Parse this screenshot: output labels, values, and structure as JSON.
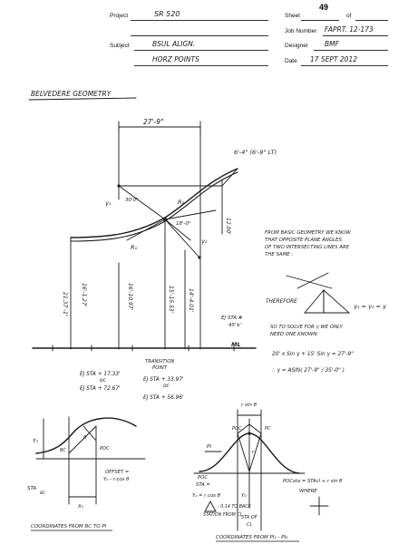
{
  "header": {
    "sheet_number": "49",
    "project_label": "Project",
    "project_value": "SR 520",
    "sheet_label": "Sheet",
    "of_label": "of",
    "job_number_label": "Job Number",
    "job_number_value": "FAPRT. 12-173",
    "subject_label": "Subject",
    "subject_value_line1": "BSUL ALIGN.",
    "subject_value_line2": "HORZ POINTS",
    "designer_label": "Designer",
    "designer_value": "BMF",
    "date_label": "Date",
    "date_value": "17 SEPT 2012"
  },
  "notes": {
    "section_title": "BELVEDERE GEOMETRY",
    "dim_top": "27'-9\"",
    "offset_label": "6'-4\" (6'-9\" LT)",
    "ang_30": "30'0\"",
    "ang_a": "γ₁",
    "ang_b": "γ₂",
    "r1": "R₁",
    "r2": "R₂",
    "r_text": "18'-0\"",
    "vert_dim": "12.00'",
    "left_dim": "21.37'-1\"",
    "dim_a": "16'-1.27'",
    "dim_b": "16'-10.97'",
    "dim_c": "15'-15.53'",
    "dim_d": "14'-4.01'",
    "stall_label_1": "EJ STA #",
    "stall_label_2": "45'±'",
    "ml": "ML",
    "ej1": "EJ STA + 17.33'",
    "ej1b": "oc",
    "ej2": "EJ STA + 72.67'",
    "trans1": "TRANSITION",
    "trans2": "POINT",
    "ej3": "EJ STA + 33.97'",
    "ej3b": "oc",
    "ej4": "EJ STA + 56.96'",
    "basic_geom_1": "FROM BASIC GEOMETRY WE KNOW",
    "basic_geom_2": "THAT OPPOSITE PLANE ANGLES",
    "basic_geom_3": "OF TWO INTERSECTING LINES ARE",
    "basic_geom_4": "THE SAME :",
    "therefore": "THEREFORE",
    "gamma_eq": "γ₁ = γ₂ = γ",
    "solve_1": "SO TO SOLVE FOR  γ  WE ONLY",
    "solve_2": "NEED ONE KNOWN:",
    "eq1": "20' x Sin γ + 15' Sin γ = 27'-9\"",
    "eq2": "∴ γ = ASIN( 27'-9\" / 35'-0\" )",
    "ll_yo": "Y₀",
    "ll_bc": "BC",
    "ll_poc": "POC",
    "ll_r": "R",
    "ll_sta": "STA",
    "ll_sta_sub": "BC",
    "ll_offset_1": "OFFSET =",
    "ll_offset_2": "Y₀ - r·cos θ",
    "ll_xo": "X₀",
    "ll_caption": "COORDINATES FROM BC TO PI",
    "lr_rsin": "r sin θ",
    "lr_pi1": "PI",
    "lr_poc": "POC",
    "lr_pc": "PC",
    "lr_yo": "Y₀",
    "lr_r": "r",
    "lr_poc_sta_1": "POC",
    "lr_poc_sta_2": "STA =",
    "lr_yo_eq": "Y₀ = r cos θ",
    "lr_warn_1": "- 0.14 TO BACK",
    "lr_warn_2": "STATION FROM CL",
    "lr_pocsta_eq": "POCsta = STAcl + r sin θ",
    "lr_where": "WHERE",
    "lr_sta_bot": "STA OF",
    "lr_cl": "CL",
    "lr_caption": "COORDINATES FROM PI₁ - PI₂"
  }
}
